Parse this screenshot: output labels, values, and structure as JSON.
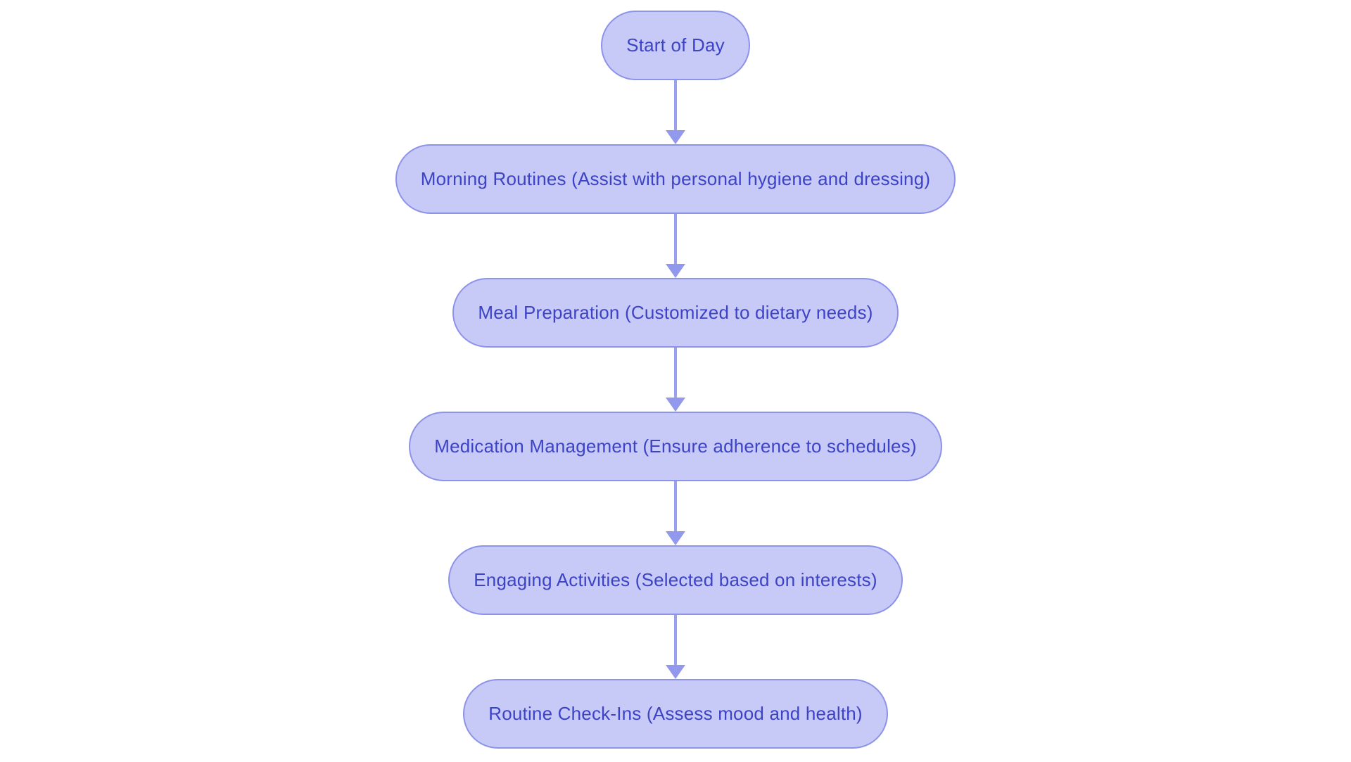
{
  "page": {
    "background_color": "#ffffff"
  },
  "diagram": {
    "type": "flowchart",
    "direction": "top-down",
    "colors": {
      "node_fill": "#c7c9f7",
      "node_border": "#8d93e9",
      "node_text": "#3d43c5",
      "arrow_line": "#9aa0ee",
      "arrow_head": "#9298ec"
    },
    "nodes": [
      {
        "id": "start-of-day",
        "label": "Start of Day"
      },
      {
        "id": "morning-routines",
        "label": "Morning Routines (Assist with personal hygiene and dressing)"
      },
      {
        "id": "meal-preparation",
        "label": "Meal Preparation (Customized to dietary needs)"
      },
      {
        "id": "medication-management",
        "label": "Medication Management (Ensure adherence to schedules)"
      },
      {
        "id": "engaging-activities",
        "label": "Engaging Activities (Selected based on interests)"
      },
      {
        "id": "routine-check-ins",
        "label": "Routine Check-Ins (Assess mood and health)"
      }
    ],
    "edges": [
      {
        "from": "start-of-day",
        "to": "morning-routines"
      },
      {
        "from": "morning-routines",
        "to": "meal-preparation"
      },
      {
        "from": "meal-preparation",
        "to": "medication-management"
      },
      {
        "from": "medication-management",
        "to": "engaging-activities"
      },
      {
        "from": "engaging-activities",
        "to": "routine-check-ins"
      }
    ]
  }
}
